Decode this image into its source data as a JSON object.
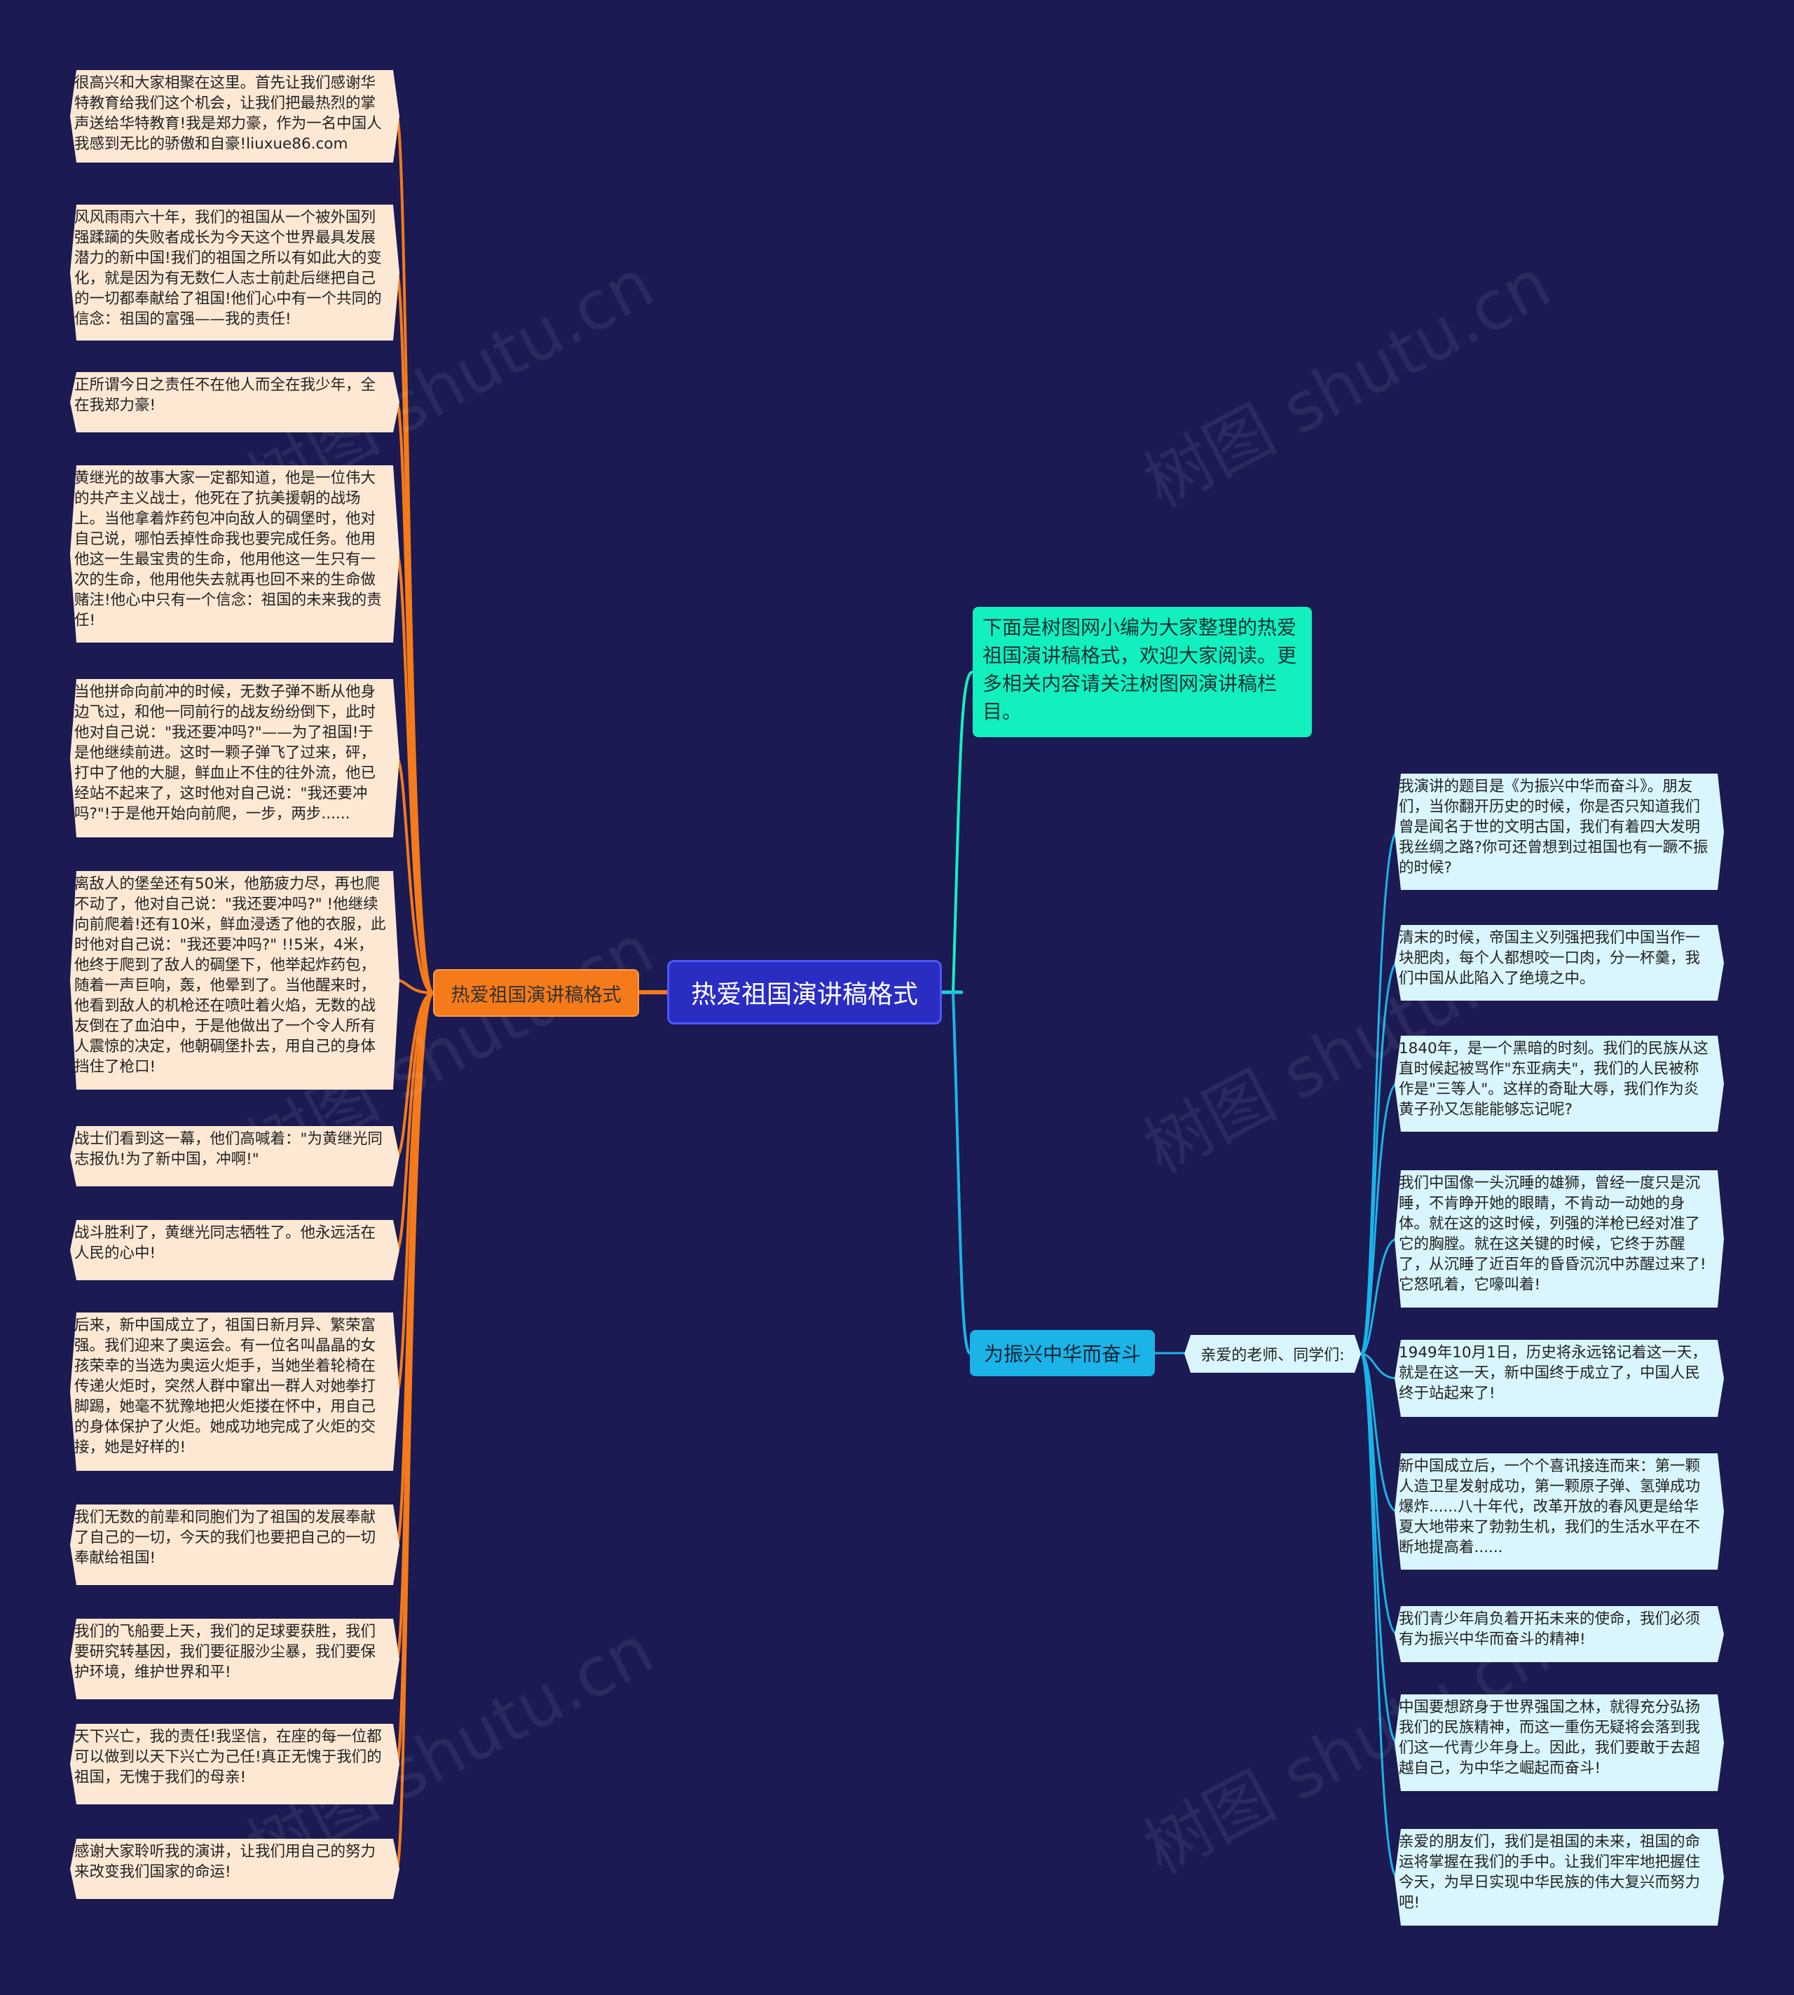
{
  "root": {
    "label": "热爱祖国演讲稿格式"
  },
  "left_branch": {
    "label": "热爱祖国演讲稿格式",
    "color": "#f47a1a",
    "items": [
      "很高兴和大家相聚在这里。首先让我们感谢华特教育给我们这个机会，让我们把最热烈的掌声送给华特教育!我是郑力豪，作为一名中国人我感到无比的骄傲和自豪!liuxue86.com",
      "风风雨雨六十年，我们的祖国从一个被外国列强蹂躏的失败者成长为今天这个世界最具发展潜力的新中国!我们的祖国之所以有如此大的变化，就是因为有无数仁人志士前赴后继把自己的一切都奉献给了祖国!他们心中有一个共同的信念：祖国的富强——我的责任!",
      "正所谓今日之责任不在他人而全在我少年，全在我郑力豪!",
      "黄继光的故事大家一定都知道，他是一位伟大的共产主义战士，他死在了抗美援朝的战场上。当他拿着炸药包冲向敌人的碉堡时，他对自己说，哪怕丢掉性命我也要完成任务。他用他这一生最宝贵的生命，他用他这一生只有一次的生命，他用他失去就再也回不来的生命做赌注!他心中只有一个信念：祖国的未来我的责任!",
      "当他拼命向前冲的时候，无数子弹不断从他身边飞过，和他一同前行的战友纷纷倒下，此时他对自己说：\"我还要冲吗?\"——为了祖国!于是他继续前进。这时一颗子弹飞了过来，砰，打中了他的大腿，鲜血止不住的往外流，他已经站不起来了，这时他对自己说：\"我还要冲吗?\"!于是他开始向前爬，一步，两步......",
      "离敌人的堡垒还有50米，他筋疲力尽，再也爬不动了，他对自己说：\"我还要冲吗?\" !他继续向前爬着!还有10米，鲜血浸透了他的衣服，此时他对自己说：\"我还要冲吗?\" !!5米，4米，他终于爬到了敌人的碉堡下，他举起炸药包，随着一声巨响，轰，他晕到了。当他醒来时，他看到敌人的机枪还在喷吐着火焰，无数的战友倒在了血泊中，于是他做出了一个令人所有人震惊的决定，他朝碉堡扑去，用自己的身体挡住了枪口!",
      "战士们看到这一幕，他们高喊着：\"为黄继光同志报仇!为了新中国，冲啊!\"",
      "战斗胜利了，黄继光同志牺牲了。他永远活在人民的心中!",
      "后来，新中国成立了，祖国日新月异、繁荣富强。我们迎来了奥运会。有一位名叫晶晶的女孩荣幸的当选为奥运火炬手，当她坐着轮椅在传递火炬时，突然人群中窜出一群人对她拳打脚踢，她毫不犹豫地把火炬搂在怀中，用自己的身体保护了火炬。她成功地完成了火炬的交接，她是好样的!",
      "我们无数的前辈和同胞们为了祖国的发展奉献了自己的一切，今天的我们也要把自己的一切奉献给祖国!",
      "我们的飞船要上天，我们的足球要获胜，我们要研究转基因，我们要征服沙尘暴，我们要保护环境，维护世界和平!",
      "天下兴亡，我的责任!我坚信，在座的每一位都可以做到以天下兴亡为己任!真正无愧于我们的祖国，无愧于我们的母亲!",
      "感谢大家聆听我的演讲，让我们用自己的努力来改变我们国家的命运!"
    ]
  },
  "intro_branch": {
    "label": "下面是树图网小编为大家整理的热爱祖国演讲稿格式，欢迎大家阅读。更多相关内容请关注树图网演讲稿栏目。",
    "color": "#12f0c0"
  },
  "right_branch": {
    "label": "为振兴中华而奋斗",
    "color": "#1ab4e8",
    "sub_label": "亲爱的老师、同学们:",
    "items": [
      "我演讲的题目是《为振兴中华而奋斗》。朋友们，当你翻开历史的时候，你是否只知道我们曾是闻名于世的文明古国，我们有着四大发明我丝绸之路?你可还曾想到过祖国也有一蹶不振的时候?",
      "清末的时候，帝国主义列强把我们中国当作一块肥肉，每个人都想咬一口肉，分一杯羹，我们中国从此陷入了绝境之中。",
      "1840年，是一个黑暗的时刻。我们的民族从这直时候起被骂作\"东亚病夫\"，我们的人民被称作是\"三等人\"。这样的奇耻大辱，我们作为炎黄子孙又怎能能够忘记呢?",
      "我们中国像一头沉睡的雄狮，曾经一度只是沉睡，不肯睁开她的眼睛，不肯动一动她的身体。就在这的这时候，列强的洋枪已经对准了它的胸膛。就在这关键的时候，它终于苏醒了，从沉睡了近百年的昏昏沉沉中苏醒过来了!它怒吼着，它嚎叫着!",
      "1949年10月1日，历史将永远铭记着这一天，就是在这一天，新中国终于成立了，中国人民终于站起来了!",
      "新中国成立后，一个个喜讯接连而来：第一颗人造卫星发射成功，第一颗原子弹、氢弹成功爆炸......八十年代，改革开放的春风更是给华夏大地带来了勃勃生机，我们的生活水平在不断地提高着......",
      "我们青少年肩负着开拓未来的使命，我们必须有为振兴中华而奋斗的精神!",
      "中国要想跻身于世界强国之林，就得充分弘扬我们的民族精神，而这一重伤无疑将会落到我们这一代青少年身上。因此，我们要敢于去超越自己，为中华之崛起而奋斗!",
      "亲爱的朋友们，我们是祖国的未来，祖国的命运将掌握在我们的手中。让我们牢牢地把握住今天，为早日实现中华民族的伟大复兴而努力吧!"
    ]
  },
  "watermark": "树图 shutu.cn"
}
